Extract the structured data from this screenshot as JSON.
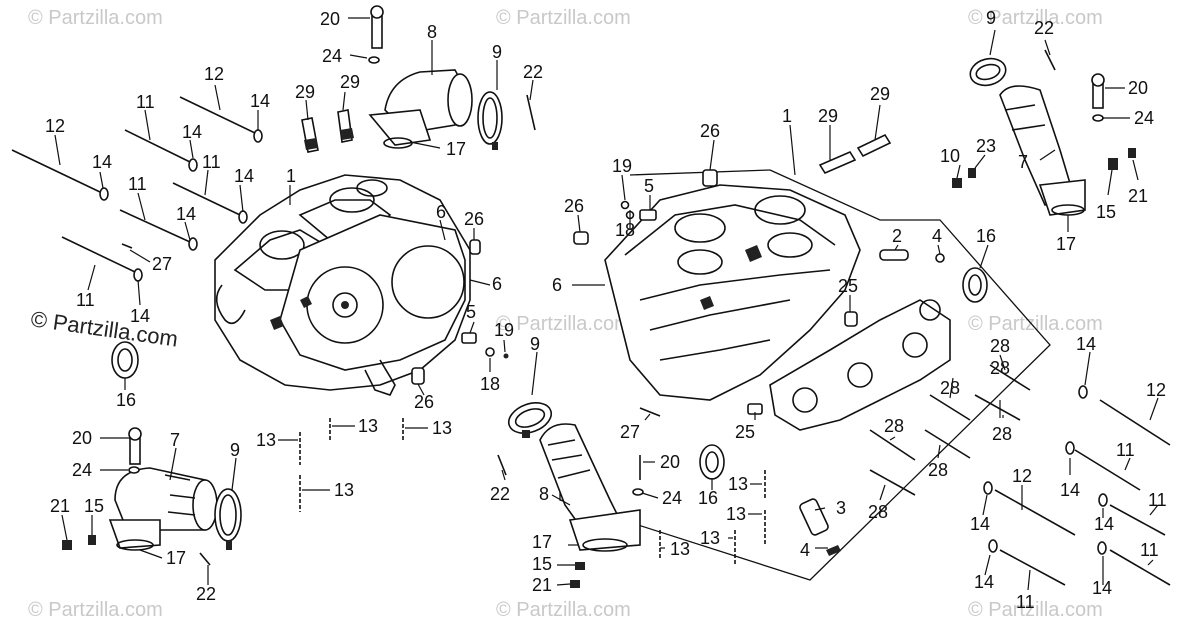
{
  "watermarks": {
    "faint": "© Partzilla.com",
    "prominent": "© Partzilla.com"
  },
  "callouts": [
    {
      "id": "c1",
      "text": "20"
    },
    {
      "id": "c2",
      "text": "24"
    },
    {
      "id": "c3",
      "text": "8"
    },
    {
      "id": "c4",
      "text": "9"
    },
    {
      "id": "c5",
      "text": "22"
    },
    {
      "id": "c6",
      "text": "29"
    },
    {
      "id": "c7",
      "text": "29"
    },
    {
      "id": "c8",
      "text": "17"
    },
    {
      "id": "c9",
      "text": "12"
    },
    {
      "id": "c10",
      "text": "14"
    },
    {
      "id": "c11",
      "text": "11"
    },
    {
      "id": "c12",
      "text": "14"
    },
    {
      "id": "c13",
      "text": "12"
    },
    {
      "id": "c14",
      "text": "11"
    },
    {
      "id": "c15",
      "text": "14"
    },
    {
      "id": "c16",
      "text": "14"
    },
    {
      "id": "c17",
      "text": "11"
    },
    {
      "id": "c18",
      "text": "1"
    },
    {
      "id": "c19",
      "text": "14"
    },
    {
      "id": "c20",
      "text": "27"
    },
    {
      "id": "c21",
      "text": "6"
    },
    {
      "id": "c22",
      "text": "26"
    },
    {
      "id": "c23",
      "text": "6"
    },
    {
      "id": "c24",
      "text": "11"
    },
    {
      "id": "c25",
      "text": "14"
    },
    {
      "id": "c26",
      "text": "16"
    },
    {
      "id": "c27",
      "text": "5"
    },
    {
      "id": "c28",
      "text": "19"
    },
    {
      "id": "c29",
      "text": "18"
    },
    {
      "id": "c30",
      "text": "26"
    },
    {
      "id": "c31",
      "text": "13"
    },
    {
      "id": "c32",
      "text": "13"
    },
    {
      "id": "c33",
      "text": "13"
    },
    {
      "id": "c34",
      "text": "13"
    },
    {
      "id": "c35",
      "text": "20"
    },
    {
      "id": "c36",
      "text": "7"
    },
    {
      "id": "c37",
      "text": "9"
    },
    {
      "id": "c38",
      "text": "24"
    },
    {
      "id": "c39",
      "text": "21"
    },
    {
      "id": "c40",
      "text": "15"
    },
    {
      "id": "c41",
      "text": "17"
    },
    {
      "id": "c42",
      "text": "22"
    },
    {
      "id": "c43",
      "text": "9"
    },
    {
      "id": "c44",
      "text": "22"
    },
    {
      "id": "c45",
      "text": "8"
    },
    {
      "id": "c46",
      "text": "17"
    },
    {
      "id": "c47",
      "text": "15"
    },
    {
      "id": "c48",
      "text": "21"
    },
    {
      "id": "c49",
      "text": "20"
    },
    {
      "id": "c50",
      "text": "24"
    },
    {
      "id": "c51",
      "text": "16"
    },
    {
      "id": "c52",
      "text": "13"
    },
    {
      "id": "c53",
      "text": "13"
    },
    {
      "id": "c54",
      "text": "13"
    },
    {
      "id": "c55",
      "text": "13"
    },
    {
      "id": "c56",
      "text": "27"
    },
    {
      "id": "c57",
      "text": "25"
    },
    {
      "id": "c58",
      "text": "3"
    },
    {
      "id": "c59",
      "text": "4"
    },
    {
      "id": "c60",
      "text": "1"
    },
    {
      "id": "c61",
      "text": "29"
    },
    {
      "id": "c62",
      "text": "29"
    },
    {
      "id": "c63",
      "text": "26"
    },
    {
      "id": "c64",
      "text": "19"
    },
    {
      "id": "c65",
      "text": "5"
    },
    {
      "id": "c66",
      "text": "18"
    },
    {
      "id": "c67",
      "text": "26"
    },
    {
      "id": "c68",
      "text": "6"
    },
    {
      "id": "c69",
      "text": "2"
    },
    {
      "id": "c70",
      "text": "4"
    },
    {
      "id": "c71",
      "text": "25"
    },
    {
      "id": "c72",
      "text": "16"
    },
    {
      "id": "c73",
      "text": "10"
    },
    {
      "id": "c74",
      "text": "23"
    },
    {
      "id": "c75",
      "text": "9"
    },
    {
      "id": "c76",
      "text": "22"
    },
    {
      "id": "c77",
      "text": "20"
    },
    {
      "id": "c78",
      "text": "24"
    },
    {
      "id": "c79",
      "text": "7"
    },
    {
      "id": "c80",
      "text": "21"
    },
    {
      "id": "c81",
      "text": "15"
    },
    {
      "id": "c82",
      "text": "17"
    },
    {
      "id": "c83",
      "text": "28"
    },
    {
      "id": "c84",
      "text": "28"
    },
    {
      "id": "c85",
      "text": "28"
    },
    {
      "id": "c86",
      "text": "28"
    },
    {
      "id": "c87",
      "text": "28"
    },
    {
      "id": "c88",
      "text": "28"
    },
    {
      "id": "c89",
      "text": "28"
    },
    {
      "id": "c90",
      "text": "14"
    },
    {
      "id": "c91",
      "text": "12"
    },
    {
      "id": "c92",
      "text": "11"
    },
    {
      "id": "c93",
      "text": "14"
    },
    {
      "id": "c94",
      "text": "12"
    },
    {
      "id": "c95",
      "text": "11"
    },
    {
      "id": "c96",
      "text": "14"
    },
    {
      "id": "c97",
      "text": "14"
    },
    {
      "id": "c98",
      "text": "11"
    },
    {
      "id": "c99",
      "text": "14"
    },
    {
      "id": "c100",
      "text": "14"
    },
    {
      "id": "c101",
      "text": "11"
    }
  ]
}
